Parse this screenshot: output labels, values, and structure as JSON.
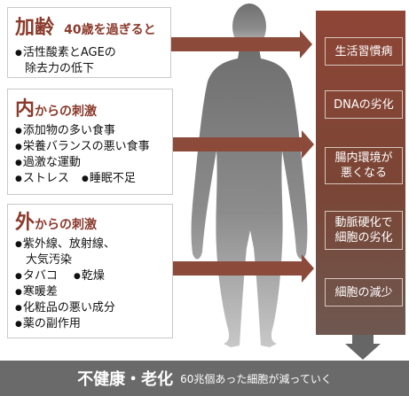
{
  "aging": {
    "title_big": "加齢",
    "title_small": "40歳を過ぎると",
    "items": [
      "活性酸素とAGEの",
      "除去力の低下"
    ]
  },
  "internal": {
    "title_big": "内",
    "title_small": "からの刺激",
    "items": [
      "添加物の多い食事",
      "栄養バランスの悪い食事",
      "過激な運動"
    ],
    "row_a": "ストレス",
    "row_b": "睡眠不足"
  },
  "external": {
    "title_big": "外",
    "title_small": "からの刺激",
    "line1": "紫外線、放射線、",
    "line2": "大気汚染",
    "row_a": "タバコ",
    "row_b": "乾燥",
    "items": [
      "寒暖差",
      "化粧品の悪い成分",
      "薬の副作用"
    ]
  },
  "results": [
    "生活習慣病",
    "DNAの劣化",
    "腸内環境が\n悪くなる",
    "動脈硬化で\n細胞の劣化",
    "細胞の減少"
  ],
  "footer": {
    "main": "不健康・老化",
    "sub": "60兆個あった細胞が減っていく"
  },
  "colors": {
    "accent": "#8b3a2c",
    "arrow": "#8b4a3a",
    "footer_bg": "#6a6a6a"
  }
}
